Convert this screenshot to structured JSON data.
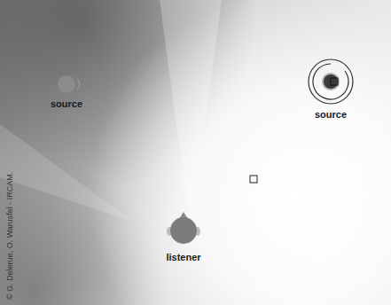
{
  "diagram": {
    "nodes": [
      {
        "text": [
          "source"
        ]
      },
      {
        "text": [
          "source"
        ]
      },
      {
        "text": [
          "listener"
        ]
      }
    ],
    "edges": [],
    "labels": [
      "© G. Delerue, O. Warusfel - IRCAM."
    ]
  }
}
